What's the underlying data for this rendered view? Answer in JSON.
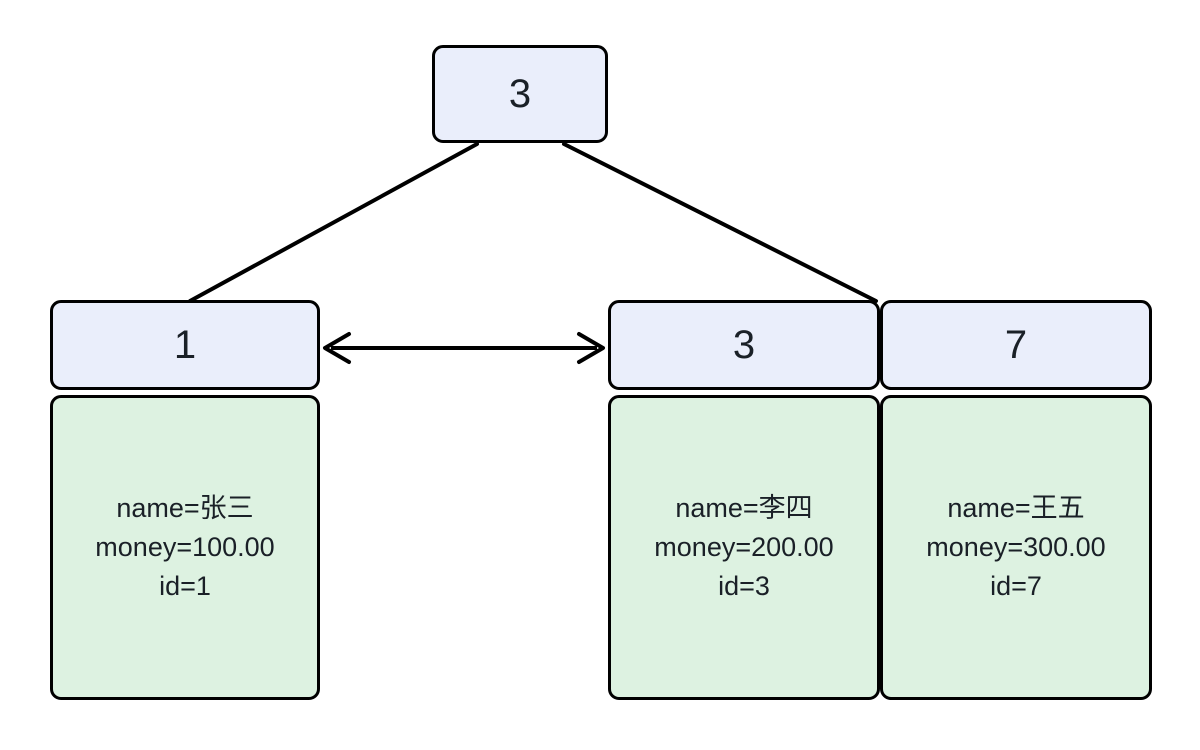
{
  "diagram": {
    "type": "b-plus-tree",
    "root": {
      "key": "3"
    },
    "leaves": [
      {
        "key": "1",
        "name_row": "name=张三",
        "money_row": "money=100.00",
        "id_row": "id=1"
      },
      {
        "key": "3",
        "name_row": "name=李四",
        "money_row": "money=200.00",
        "id_row": "id=3"
      },
      {
        "key": "7",
        "name_row": "name=王五",
        "money_row": "money=300.00",
        "id_row": "id=7"
      }
    ],
    "connectors": {
      "root_to_left_label": "edge-root-to-leaf-1",
      "root_to_right_label": "edge-root-to-leaf-3",
      "sibling_link_label": "leaf-sibling-double-arrow"
    },
    "colors": {
      "key_fill": "#eaeefb",
      "body_fill": "#ddf2e1",
      "stroke": "#000000",
      "text": "#1a2027",
      "background": "#ffffff"
    }
  }
}
